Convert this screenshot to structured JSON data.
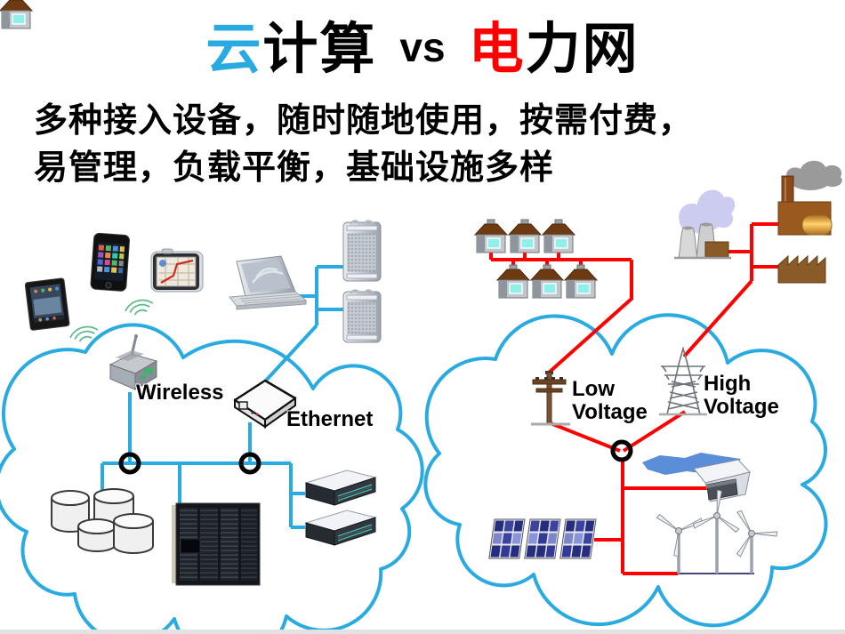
{
  "slide": {
    "title": {
      "cloud_char": "云",
      "computing": "计算",
      "vs": "vs",
      "electric_char": "电",
      "grid": "力网"
    },
    "subtitle": {
      "line1": "多种接入设备，随时随地使用，按需付费，",
      "line2": "易管理，负载平衡，基础设施多样"
    }
  },
  "cloud_computing": {
    "wireless_label": "Wireless",
    "ethernet_label": "Ethernet",
    "icons": [
      "tablet",
      "smartphone",
      "gps-navigator",
      "laptop",
      "server-tower",
      "server-tower",
      "wifi-waves",
      "wireless-router",
      "ethernet-hub",
      "database-cylinders",
      "server-rack-cabinet",
      "rack-server",
      "rack-server"
    ]
  },
  "power_grid": {
    "low_voltage_label": "Low Voltage",
    "high_voltage_label": "High Voltage",
    "icons": [
      "transformer",
      "transformer",
      "transformer",
      "transformer",
      "transformer",
      "transformer",
      "cooling-tower-plant",
      "factory-smokestack",
      "sawtooth-factory",
      "utility-pole",
      "transmission-tower",
      "hydro-dam",
      "solar-panels",
      "wind-turbines"
    ]
  },
  "colors": {
    "cloud_outline": "#29abe2",
    "network_line": "#29abe2",
    "power_line": "#ff0000",
    "junction_ring": "#000000",
    "title_cloud_blue": "#29abe2",
    "title_electric_red": "#ff0000",
    "wifi_wave_green": "#3fae74"
  }
}
